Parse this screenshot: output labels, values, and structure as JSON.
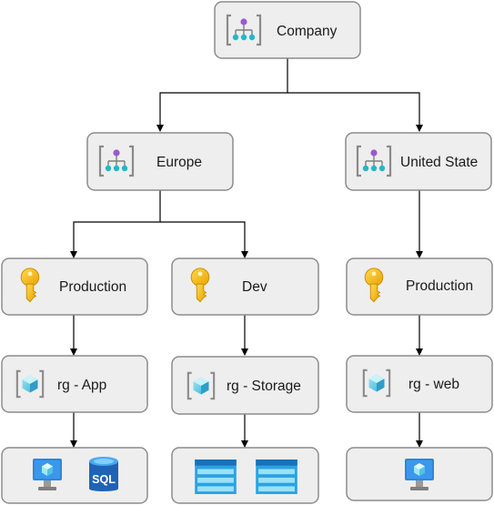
{
  "nodes": {
    "company": {
      "label": "Company",
      "icon": "management-group-icon"
    },
    "europe": {
      "label": "Europe",
      "icon": "management-group-icon"
    },
    "united_state": {
      "label": "United State",
      "icon": "management-group-icon"
    },
    "eu_production": {
      "label": "Production",
      "icon": "subscription-key-icon"
    },
    "eu_dev": {
      "label": "Dev",
      "icon": "subscription-key-icon"
    },
    "us_production": {
      "label": "Production",
      "icon": "subscription-key-icon"
    },
    "rg_app": {
      "label": "rg - App",
      "icon": "resource-group-icon"
    },
    "rg_storage": {
      "label": "rg - Storage",
      "icon": "resource-group-icon"
    },
    "rg_web": {
      "label": "rg - web",
      "icon": "resource-group-icon"
    },
    "app_resources": {
      "icons": [
        "virtual-machine-icon",
        "sql-database-icon"
      ],
      "sql_text": "SQL"
    },
    "storage_resources": {
      "icons": [
        "storage-account-icon",
        "storage-account-icon"
      ]
    },
    "web_resources": {
      "icons": [
        "virtual-machine-icon"
      ]
    }
  },
  "colors": {
    "node_fill": "#eeeeee",
    "node_stroke": "#8c8c8c",
    "key_gold": "#f5b800",
    "vm_blue": "#2f86d9",
    "sql_blue": "#1f63b5",
    "storage_blue": "#2ba3e0",
    "mgmt_purple": "#9b59d0",
    "mgmt_teal": "#22b8c8"
  }
}
